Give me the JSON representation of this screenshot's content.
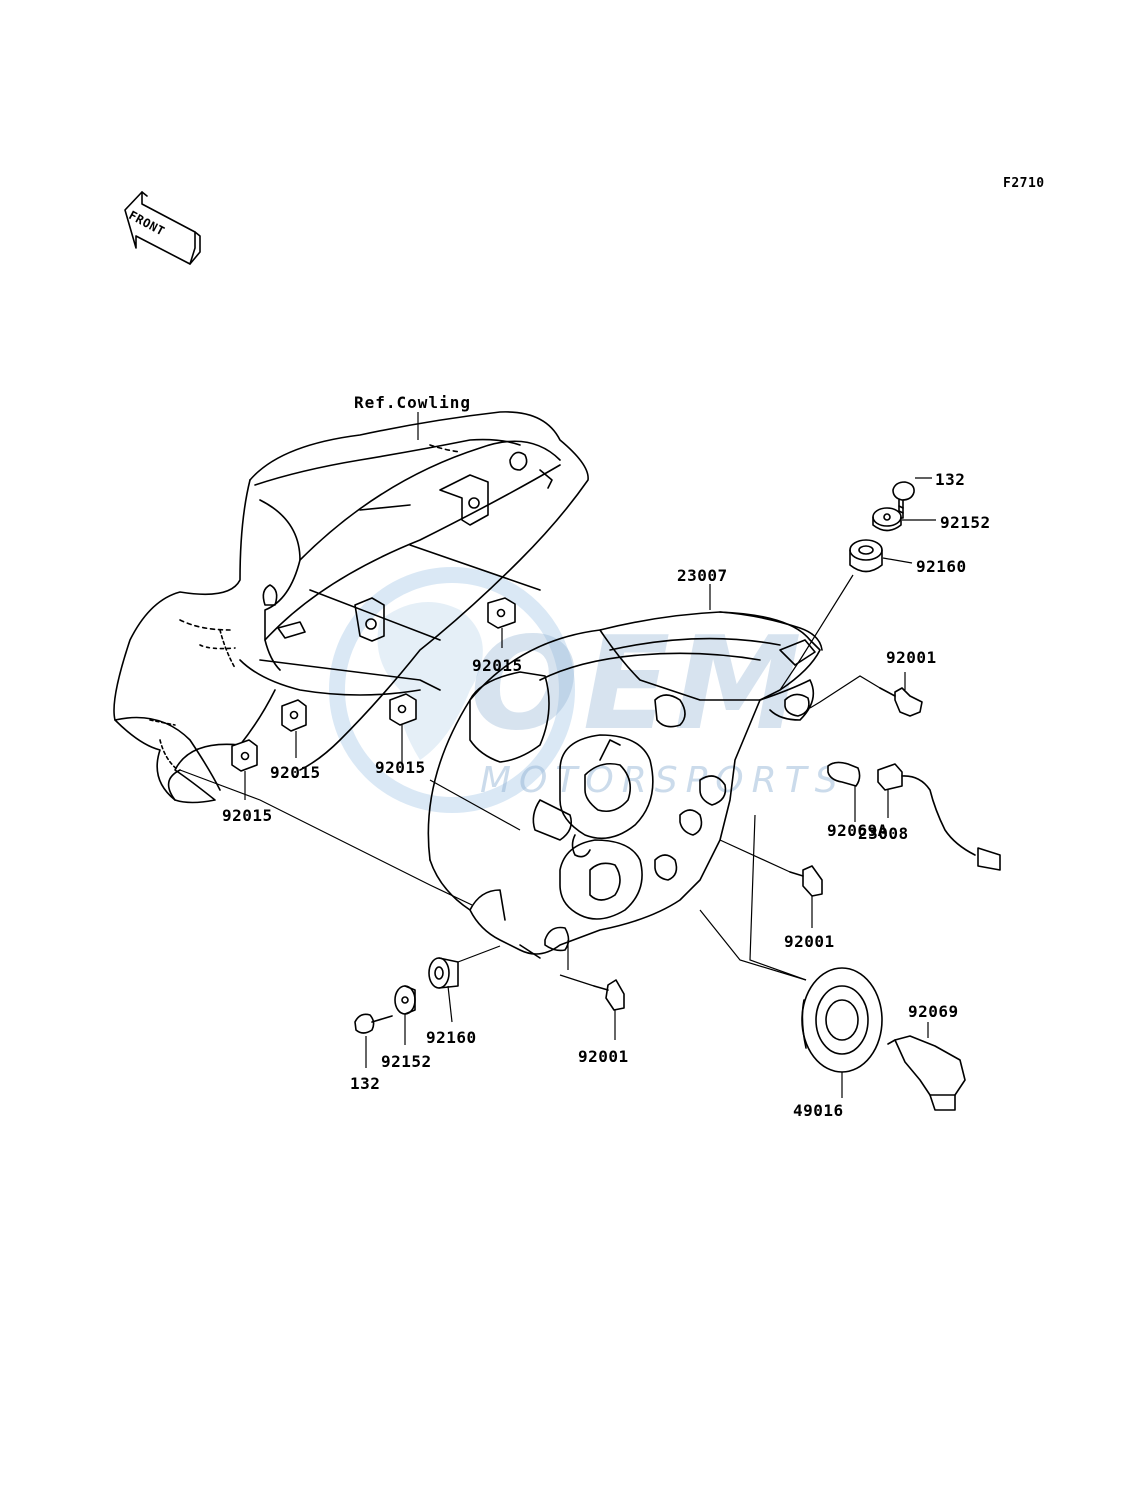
{
  "figure_code": "F2710",
  "front_arrow_text": "FRONT",
  "ref_label": "Ref.Cowling",
  "watermark": {
    "brand": "OEM",
    "subtext": "MOTORSPORTS",
    "color": "#8fb4d9"
  },
  "parts": {
    "p132_top": "132",
    "p92152_top": "92152",
    "p92160_top": "92160",
    "p23007": "23007",
    "p92001_top": "92001",
    "p92069A": "92069A",
    "p23008": "23008",
    "p92001_mid": "92001",
    "p92001_bot": "92001",
    "p92069": "92069",
    "p49016": "49016",
    "p92160_bot": "92160",
    "p92152_bot": "92152",
    "p132_bot": "132",
    "p92015_a": "92015",
    "p92015_b": "92015",
    "p92015_c": "92015",
    "p92015_d": "92015"
  }
}
